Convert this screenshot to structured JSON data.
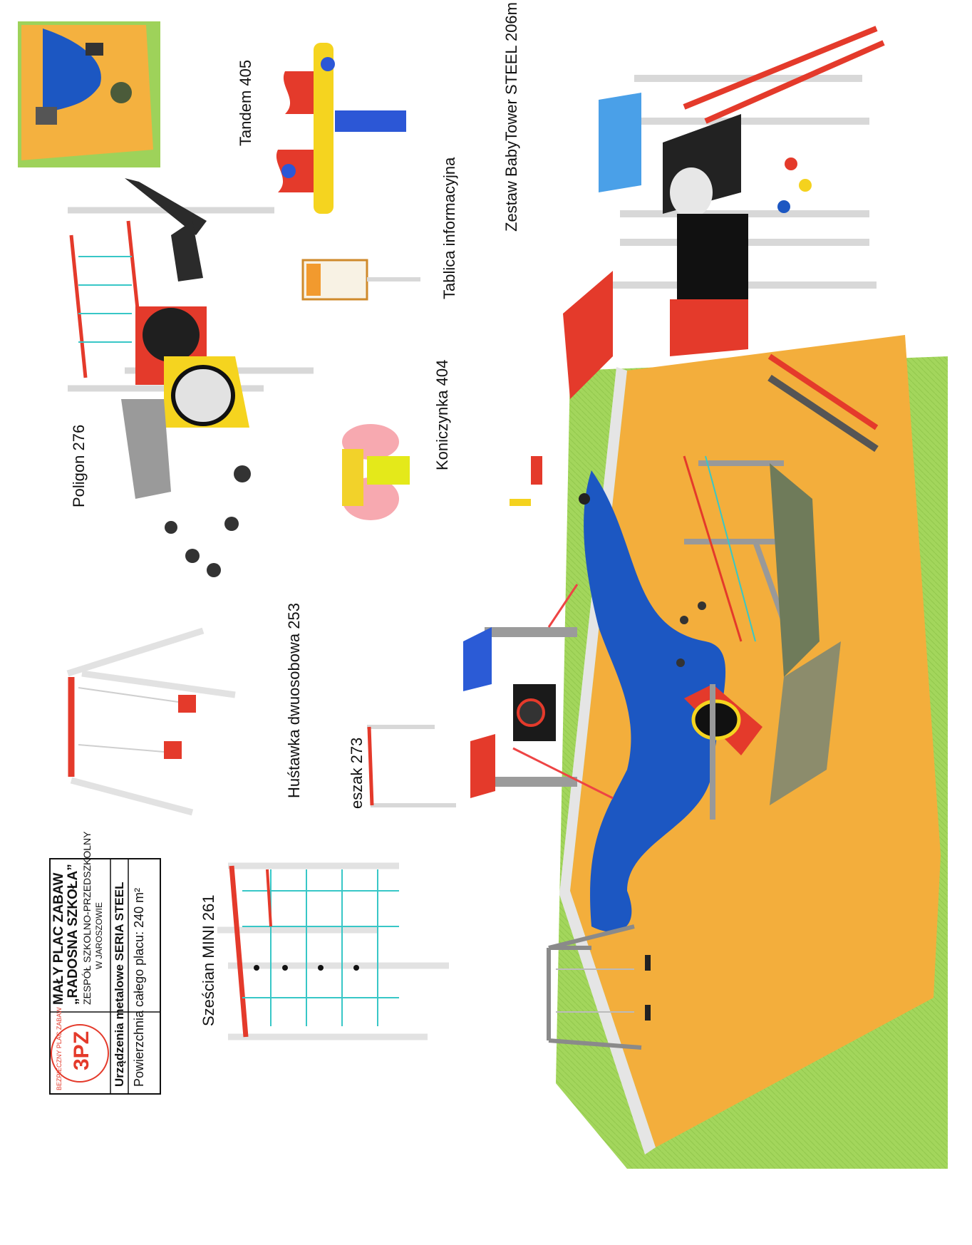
{
  "info_box": {
    "title_line1": "MAŁY PLAC ZABAW",
    "title_line2": "„RADOSNA SZKOŁA”",
    "school_line1": "ZESPÓŁ SZKOLNO-PRZEDSZKOLNY",
    "school_line2": "W JAROSZOWIE",
    "series": "Urządzenia metalowe SERIA STEEL",
    "area": "Powierzchnia całego placu: 240 m²",
    "logo_text": "BEZPIECZNY PLAC ZABAW"
  },
  "equipment_labels": {
    "szescian": "Sześcian MINI 261",
    "hustawka": "Huśtawka dwuosobowa 253",
    "drazek": "eszak 273",
    "poligon": "Poligon 276",
    "koniczynka": "Koniczynka 404",
    "tandem": "Tandem 405",
    "tablica": "Tablica informacyjna",
    "babytower": "Zestaw BabyTower STEEL 206m"
  },
  "colors": {
    "surface_orange": "#f4b13f",
    "surface_blue": "#1c57c2",
    "grass": "#9ed25a",
    "steel": "#d6d8da",
    "red": "#e6332a",
    "yellow": "#f7d51d",
    "blue_part": "#2c7be5",
    "dark": "#2e2e2e",
    "net": "#38c7c7"
  }
}
